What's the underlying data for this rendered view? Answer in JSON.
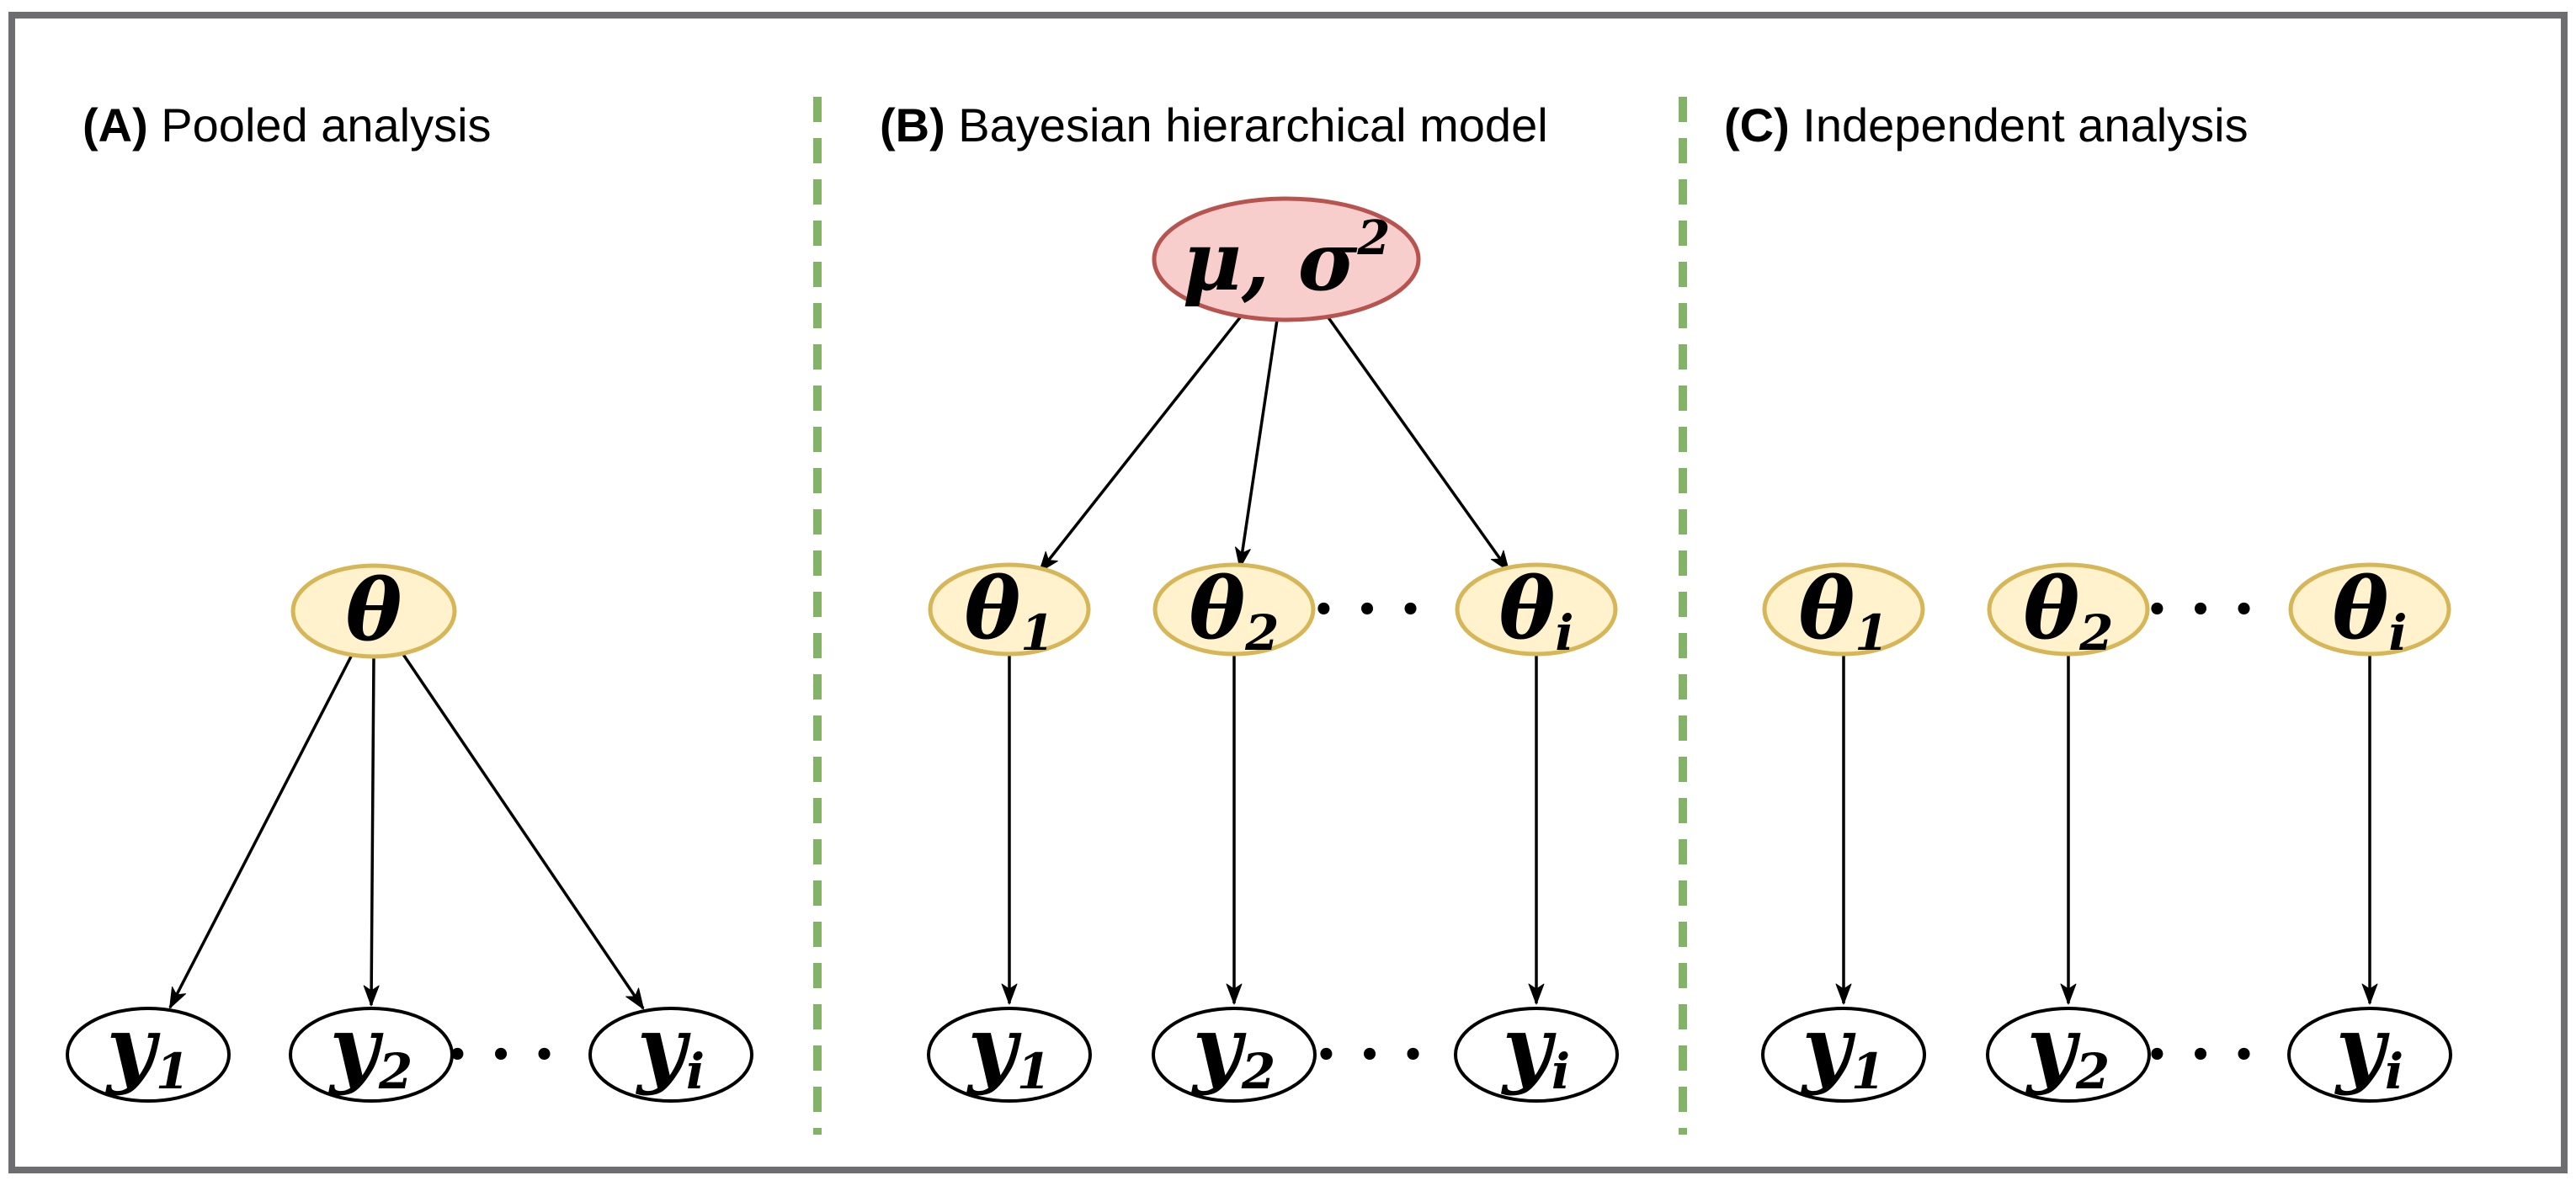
{
  "colors": {
    "frame_border": "#6e6e71",
    "divider_green": "#82b366",
    "theta_fill": "#fff2cc",
    "theta_stroke": "#d6b656",
    "hyper_fill": "#f8cecc",
    "hyper_stroke": "#b85450",
    "data_fill": "#ffffff",
    "data_stroke": "#000000",
    "arrow": "#000000",
    "text": "#000000"
  },
  "panels": {
    "a": {
      "label": "(A)",
      "title": " Pooled analysis",
      "theta": {
        "sym": "θ"
      },
      "y1": {
        "sym": "y",
        "sub": "1"
      },
      "y2": {
        "sym": "y",
        "sub": "2"
      },
      "yi": {
        "sym": "y",
        "sub": "i"
      },
      "dots_y": "•••"
    },
    "b": {
      "label": "(B)",
      "title": " Bayesian hierarchical model",
      "hyper": {
        "main": "μ, σ",
        "sup": "2"
      },
      "theta1": {
        "sym": "θ",
        "sub": "1"
      },
      "theta2": {
        "sym": "θ",
        "sub": "2"
      },
      "thetai": {
        "sym": "θ",
        "sub": "i"
      },
      "dots_theta": "•••",
      "y1": {
        "sym": "y",
        "sub": "1"
      },
      "y2": {
        "sym": "y",
        "sub": "2"
      },
      "yi": {
        "sym": "y",
        "sub": "i"
      },
      "dots_y": "•••"
    },
    "c": {
      "label": "(C)",
      "title": " Independent analysis",
      "theta1": {
        "sym": "θ",
        "sub": "1"
      },
      "theta2": {
        "sym": "θ",
        "sub": "2"
      },
      "thetai": {
        "sym": "θ",
        "sub": "i"
      },
      "dots_theta": "•••",
      "y1": {
        "sym": "y",
        "sub": "1"
      },
      "y2": {
        "sym": "y",
        "sub": "2"
      },
      "yi": {
        "sym": "y",
        "sub": "i"
      },
      "dots_y": "•••"
    }
  }
}
